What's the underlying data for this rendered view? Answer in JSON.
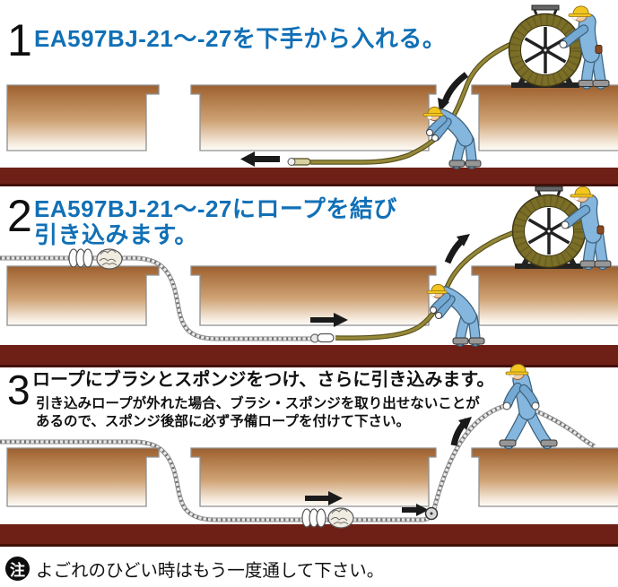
{
  "document": {
    "type": "instruction-diagram",
    "product_code": "EA597BJ-21〜-27"
  },
  "steps": [
    {
      "number": "1",
      "title": "EA597BJ-21〜-27を下手から入れる。"
    },
    {
      "number": "2",
      "title_line1": "EA597BJ-21〜-27にロープを結び",
      "title_line2": "引き込みます。"
    },
    {
      "number": "3",
      "title": "ロープにブラシとスポンジをつけ、さらに引き込みます。",
      "caution_line1": "引き込みロープが外れた場合、ブラシ・スポンジを取り出せないことが",
      "caution_line2": "あるので、スポンジ後部に必ず予備ロープを付けて下さい。"
    }
  ],
  "note": {
    "badge": "注",
    "text": "よごれのひどい時はもう一度通して下さい。"
  },
  "colors": {
    "headline_blue": "#1170b6",
    "soil_brown_top": "#9a5f31",
    "pipe_bed_maroon": "#6e1f16",
    "cable_olive": "#958838",
    "rope_gray": "#c8c8c8",
    "helmet_yellow": "#f2c61e",
    "uniform_blue": "#85b6dd"
  }
}
